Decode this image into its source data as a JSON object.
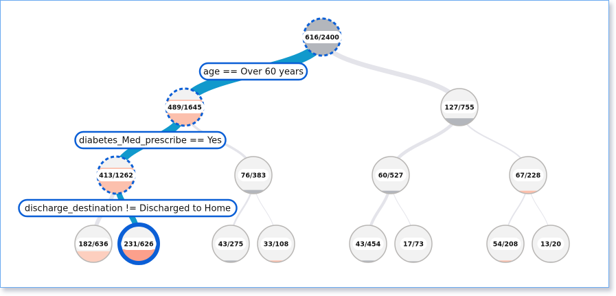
{
  "colors": {
    "frame_border": "#6aaaf0",
    "path_highlight": "#1199cc",
    "path_normal": "#e4e4ea",
    "node_bg": "#f2f2f2",
    "node_stroke": "#b8b6b4",
    "selected_stroke": "#0b5fd6",
    "fill_gray": "#b3b6bc",
    "fill_salmon_light": "#fdcfbf",
    "fill_salmon": "#fcc0ad",
    "fill_salmon_dark": "#fca08c"
  },
  "tree": {
    "nodes": [
      {
        "id": "n0",
        "label": "616/2400",
        "parent": null,
        "level": 0,
        "slot": 4,
        "fill_fraction": 1.0,
        "fill": "fill_gray",
        "state": "on-path"
      },
      {
        "id": "n1",
        "label": "489/1645",
        "parent": "n0",
        "level": 1,
        "slot": 2,
        "fill_fraction": 0.7,
        "fill": "fill_salmon",
        "state": "on-path"
      },
      {
        "id": "n2",
        "label": "127/755",
        "parent": "n0",
        "level": 1,
        "slot": 6,
        "fill_fraction": 0.2,
        "fill": "fill_gray",
        "state": "normal"
      },
      {
        "id": "n3",
        "label": "413/1262",
        "parent": "n1",
        "level": 2,
        "slot": 1,
        "fill_fraction": 0.7,
        "fill": "fill_salmon",
        "state": "on-path"
      },
      {
        "id": "n4",
        "label": "76/383",
        "parent": "n1",
        "level": 2,
        "slot": 3,
        "fill_fraction": 0.1,
        "fill": "fill_gray",
        "state": "normal"
      },
      {
        "id": "n5",
        "label": "60/527",
        "parent": "n2",
        "level": 2,
        "slot": 5,
        "fill_fraction": 0.08,
        "fill": "fill_gray",
        "state": "normal"
      },
      {
        "id": "n6",
        "label": "67/228",
        "parent": "n2",
        "level": 2,
        "slot": 7,
        "fill_fraction": 0.08,
        "fill": "fill_salmon",
        "state": "normal"
      },
      {
        "id": "n7",
        "label": "182/636",
        "parent": "n3",
        "level": 3,
        "slot": 0.67,
        "fill_fraction": 0.3,
        "fill": "fill_salmon_light",
        "state": "normal"
      },
      {
        "id": "n8",
        "label": "231/626",
        "parent": "n3",
        "level": 3,
        "slot": 1.33,
        "fill_fraction": 0.35,
        "fill": "fill_salmon_dark",
        "state": "selected"
      },
      {
        "id": "n9",
        "label": "43/275",
        "parent": "n4",
        "level": 3,
        "slot": 2.67,
        "fill_fraction": 0.05,
        "fill": "fill_gray",
        "state": "normal"
      },
      {
        "id": "n10",
        "label": "33/108",
        "parent": "n4",
        "level": 3,
        "slot": 3.33,
        "fill_fraction": 0.05,
        "fill": "fill_salmon",
        "state": "normal"
      },
      {
        "id": "n11",
        "label": "43/454",
        "parent": "n5",
        "level": 3,
        "slot": 4.67,
        "fill_fraction": 0.05,
        "fill": "fill_gray",
        "state": "normal"
      },
      {
        "id": "n12",
        "label": "17/73",
        "parent": "n5",
        "level": 3,
        "slot": 5.33,
        "fill_fraction": 0.03,
        "fill": "fill_gray",
        "state": "normal"
      },
      {
        "id": "n13",
        "label": "54/208",
        "parent": "n6",
        "level": 3,
        "slot": 6.67,
        "fill_fraction": 0.05,
        "fill": "fill_salmon",
        "state": "normal"
      },
      {
        "id": "n14",
        "label": "13/20",
        "parent": "n6",
        "level": 3,
        "slot": 7.33,
        "fill_fraction": 0.02,
        "fill": "fill_gray",
        "state": "normal"
      }
    ],
    "links": [
      {
        "from": "n0",
        "to": "n1",
        "weight": 1645,
        "highlight": true
      },
      {
        "from": "n0",
        "to": "n2",
        "weight": 755,
        "highlight": false
      },
      {
        "from": "n1",
        "to": "n3",
        "weight": 1262,
        "highlight": true
      },
      {
        "from": "n1",
        "to": "n4",
        "weight": 383,
        "highlight": false
      },
      {
        "from": "n2",
        "to": "n5",
        "weight": 527,
        "highlight": false
      },
      {
        "from": "n2",
        "to": "n6",
        "weight": 228,
        "highlight": false
      },
      {
        "from": "n3",
        "to": "n7",
        "weight": 636,
        "highlight": false
      },
      {
        "from": "n3",
        "to": "n8",
        "weight": 626,
        "highlight": true
      },
      {
        "from": "n4",
        "to": "n9",
        "weight": 275,
        "highlight": false
      },
      {
        "from": "n4",
        "to": "n10",
        "weight": 108,
        "highlight": false
      },
      {
        "from": "n5",
        "to": "n11",
        "weight": 454,
        "highlight": false
      },
      {
        "from": "n5",
        "to": "n12",
        "weight": 73,
        "highlight": false
      },
      {
        "from": "n6",
        "to": "n13",
        "weight": 208,
        "highlight": false
      },
      {
        "from": "n6",
        "to": "n14",
        "weight": 20,
        "highlight": false
      }
    ],
    "conditions": [
      {
        "id": "c1",
        "label": "age == Over 60 years",
        "link_to": "n1"
      },
      {
        "id": "c2",
        "label": "diabetes_Med_prescribe == Yes",
        "link_to": "n3"
      },
      {
        "id": "c3",
        "label": "discharge_destination != Discharged to Home",
        "link_to": "n8"
      }
    ]
  }
}
